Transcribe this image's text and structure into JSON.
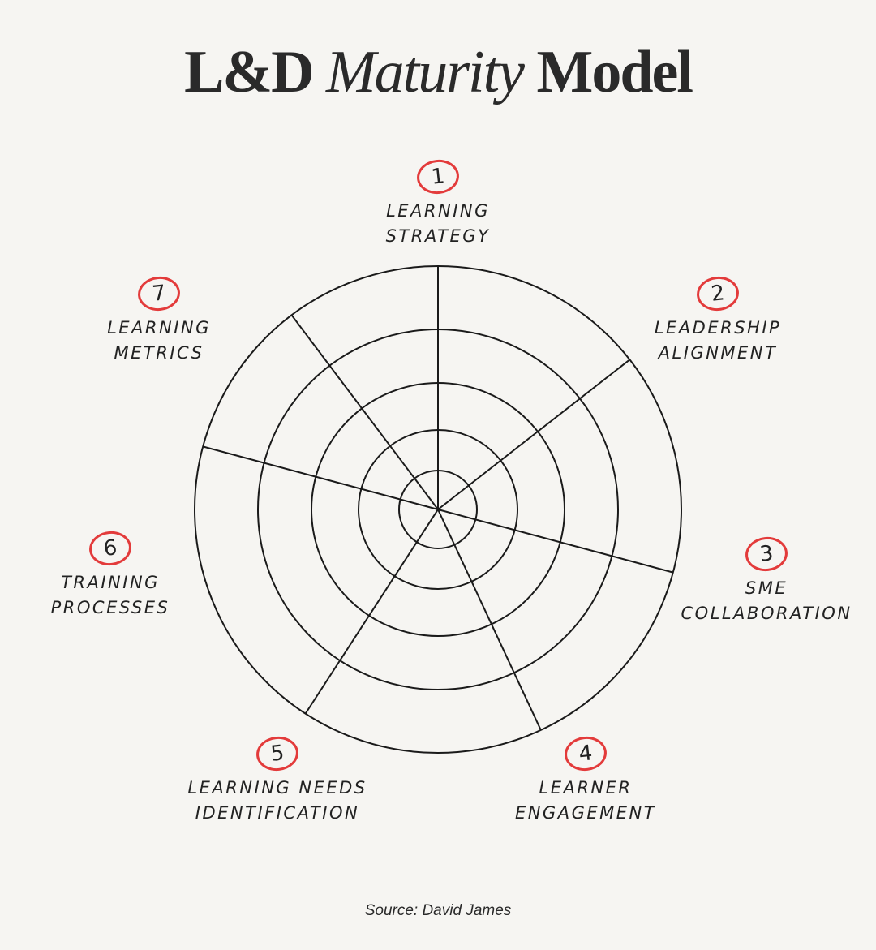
{
  "title": {
    "part1": "L&D",
    "part2": "Maturity",
    "part3": "Model"
  },
  "source": "Source: David James",
  "accent_color": "#e33b3b",
  "wheel": {
    "rings": 5,
    "spokes": 7
  },
  "dimensions": [
    {
      "number": "1",
      "line1": "LEARNING",
      "line2": "STRATEGY"
    },
    {
      "number": "2",
      "line1": "LEADERSHIP",
      "line2": "ALIGNMENT"
    },
    {
      "number": "3",
      "line1": "SME",
      "line2": "COLLABORATION"
    },
    {
      "number": "4",
      "line1": "LEARNER",
      "line2": "ENGAGEMENT"
    },
    {
      "number": "5",
      "line1": "LEARNING NEEDS",
      "line2": "IDENTIFICATION"
    },
    {
      "number": "6",
      "line1": "TRAINING",
      "line2": "PROCESSES"
    },
    {
      "number": "7",
      "line1": "LEARNING",
      "line2": "METRICS"
    }
  ]
}
